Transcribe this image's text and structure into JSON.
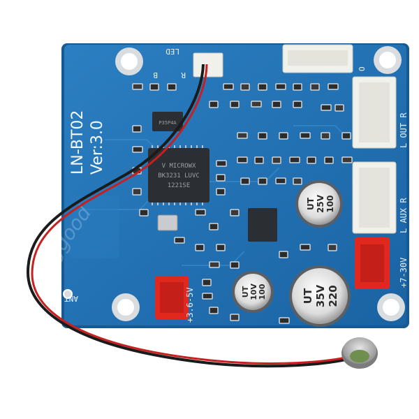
{
  "board": {
    "model": "LN-BT02",
    "version": "Ver:3.0",
    "colors": {
      "pcb": "#1f6fb0",
      "pcb_edge": "#175a92",
      "silk": "#e8f1fb",
      "connector_white": "#f1f1ec",
      "connector_red": "#e0281f"
    }
  },
  "labels": {
    "led": "LED",
    "out": "L OUT R",
    "aux": "L AUX R",
    "power_right": "+7-30V",
    "power_left": "+3.6-5V",
    "ant": "ANT",
    "b": "B",
    "r": "R",
    "o": "O"
  },
  "chips": {
    "main": {
      "line1": "V MICROWX",
      "line2": "BK3231 LUVC",
      "line3": "1221SE"
    },
    "small": "P35P4A"
  },
  "capacitors": [
    {
      "value": "100",
      "voltage": "25V",
      "unit": "UT"
    },
    {
      "value": "100",
      "voltage": "10V",
      "unit": "UT"
    },
    {
      "value": "220",
      "voltage": "35V",
      "unit": "UT"
    }
  ],
  "watermark": "Banggood"
}
